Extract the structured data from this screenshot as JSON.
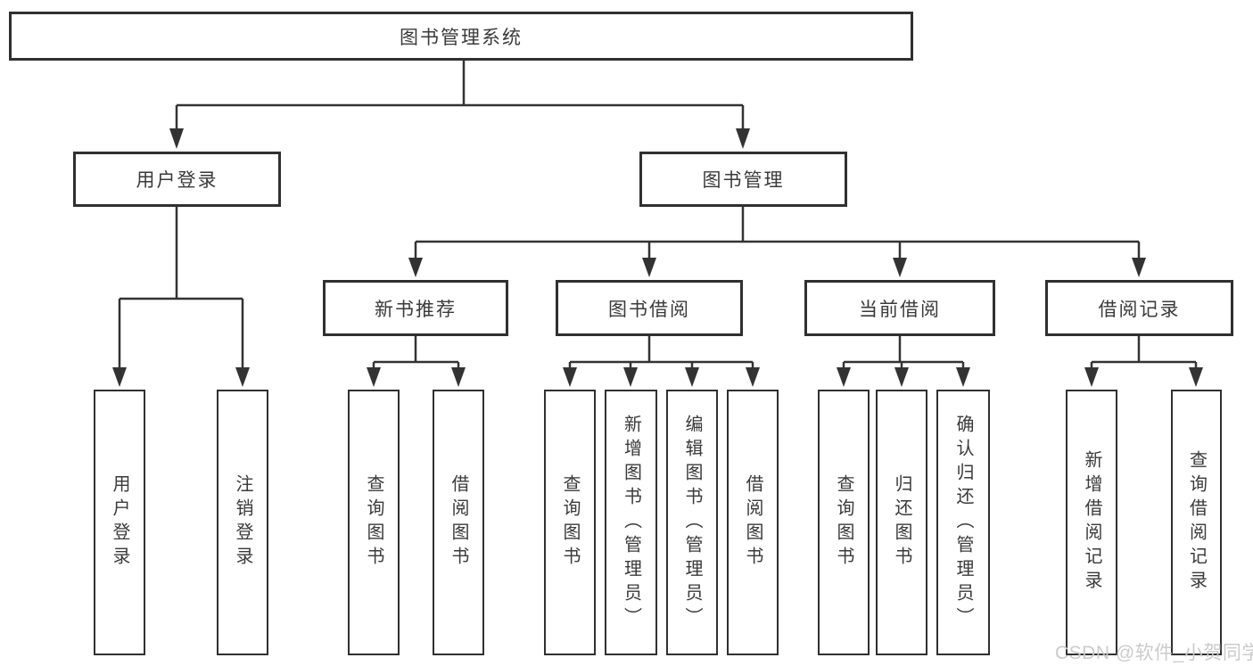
{
  "diagram": {
    "tree": {
      "label": "图书管理系统",
      "children": [
        {
          "label": "用户登录",
          "children": [
            {
              "label": "用户登录"
            },
            {
              "label": "注销登录"
            }
          ]
        },
        {
          "label": "图书管理",
          "children": [
            {
              "label": "新书推荐",
              "children": [
                {
                  "label": "查询图书"
                },
                {
                  "label": "借阅图书"
                }
              ]
            },
            {
              "label": "图书借阅",
              "children": [
                {
                  "label": "查询图书"
                },
                {
                  "label": "新增图书（管理员）"
                },
                {
                  "label": "编辑图书（管理员）"
                },
                {
                  "label": "借阅图书"
                }
              ]
            },
            {
              "label": "当前借阅",
              "children": [
                {
                  "label": "查询图书"
                },
                {
                  "label": "归还图书"
                },
                {
                  "label": "确认归还（管理员）"
                }
              ]
            },
            {
              "label": "借阅记录",
              "children": [
                {
                  "label": "新增借阅记录"
                },
                {
                  "label": "查询借阅记录"
                }
              ]
            }
          ]
        }
      ]
    },
    "watermark": "CSDN @软件_小贺同学",
    "colors": {
      "line": "#333333",
      "box_border": "#303030",
      "text": "#3a3a3a",
      "watermark": "#c9c9c9",
      "background": "#ffffff"
    }
  }
}
